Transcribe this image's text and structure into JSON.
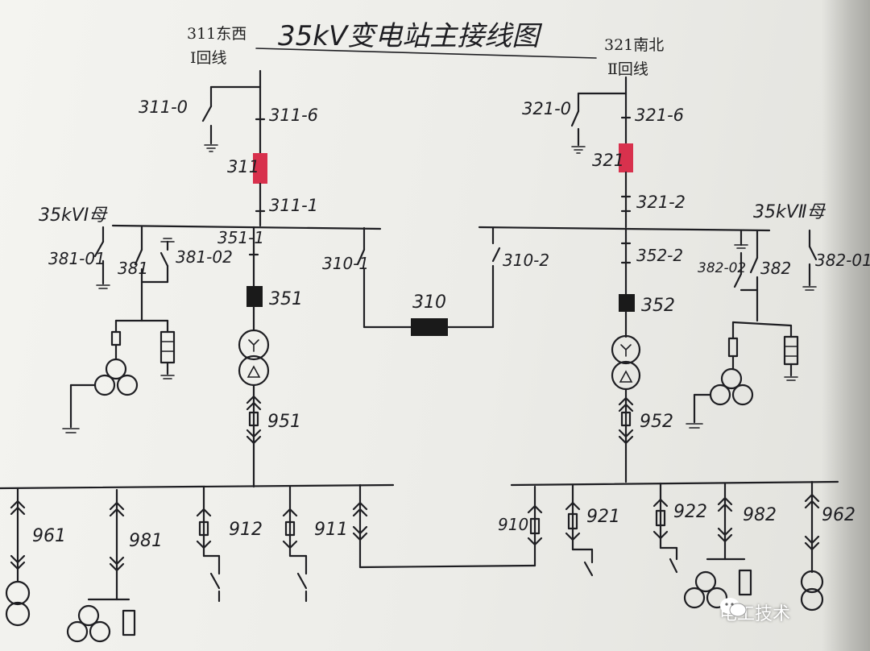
{
  "title": "35kV变电站主接线图",
  "lines": {
    "left": {
      "name": "311东西",
      "sub": "Ⅰ回线"
    },
    "right": {
      "name": "321南北",
      "sub": "Ⅱ回线"
    }
  },
  "buses": {
    "bus1": "35kVⅠ母",
    "bus2": "35kVⅡ母"
  },
  "labels": {
    "l3110": "311-0",
    "l3116": "311-6",
    "l311": "311",
    "l3111": "311-1",
    "l3210": "321-0",
    "l3216": "321-6",
    "l321": "321",
    "l3212": "321-2",
    "l38101": "381-01",
    "l381": "381",
    "l38102": "381-02",
    "l3511": "351-1",
    "l3101": "310-1",
    "l3102": "310-2",
    "l310": "310",
    "l3522": "352-2",
    "l38202": "382-02",
    "l382": "382",
    "l38201": "382-01",
    "l351": "351",
    "l352": "352",
    "l951": "951",
    "l952": "952",
    "l961": "961",
    "l981": "981",
    "l912": "912",
    "l911": "911",
    "l910": "910",
    "l921": "921",
    "l922": "922",
    "l982": "982",
    "l962": "962"
  },
  "watermark": "电工技术",
  "colors": {
    "breaker_red": "#d8314d",
    "breaker_black": "#1a1a1a",
    "ink": "#1e1e22"
  }
}
